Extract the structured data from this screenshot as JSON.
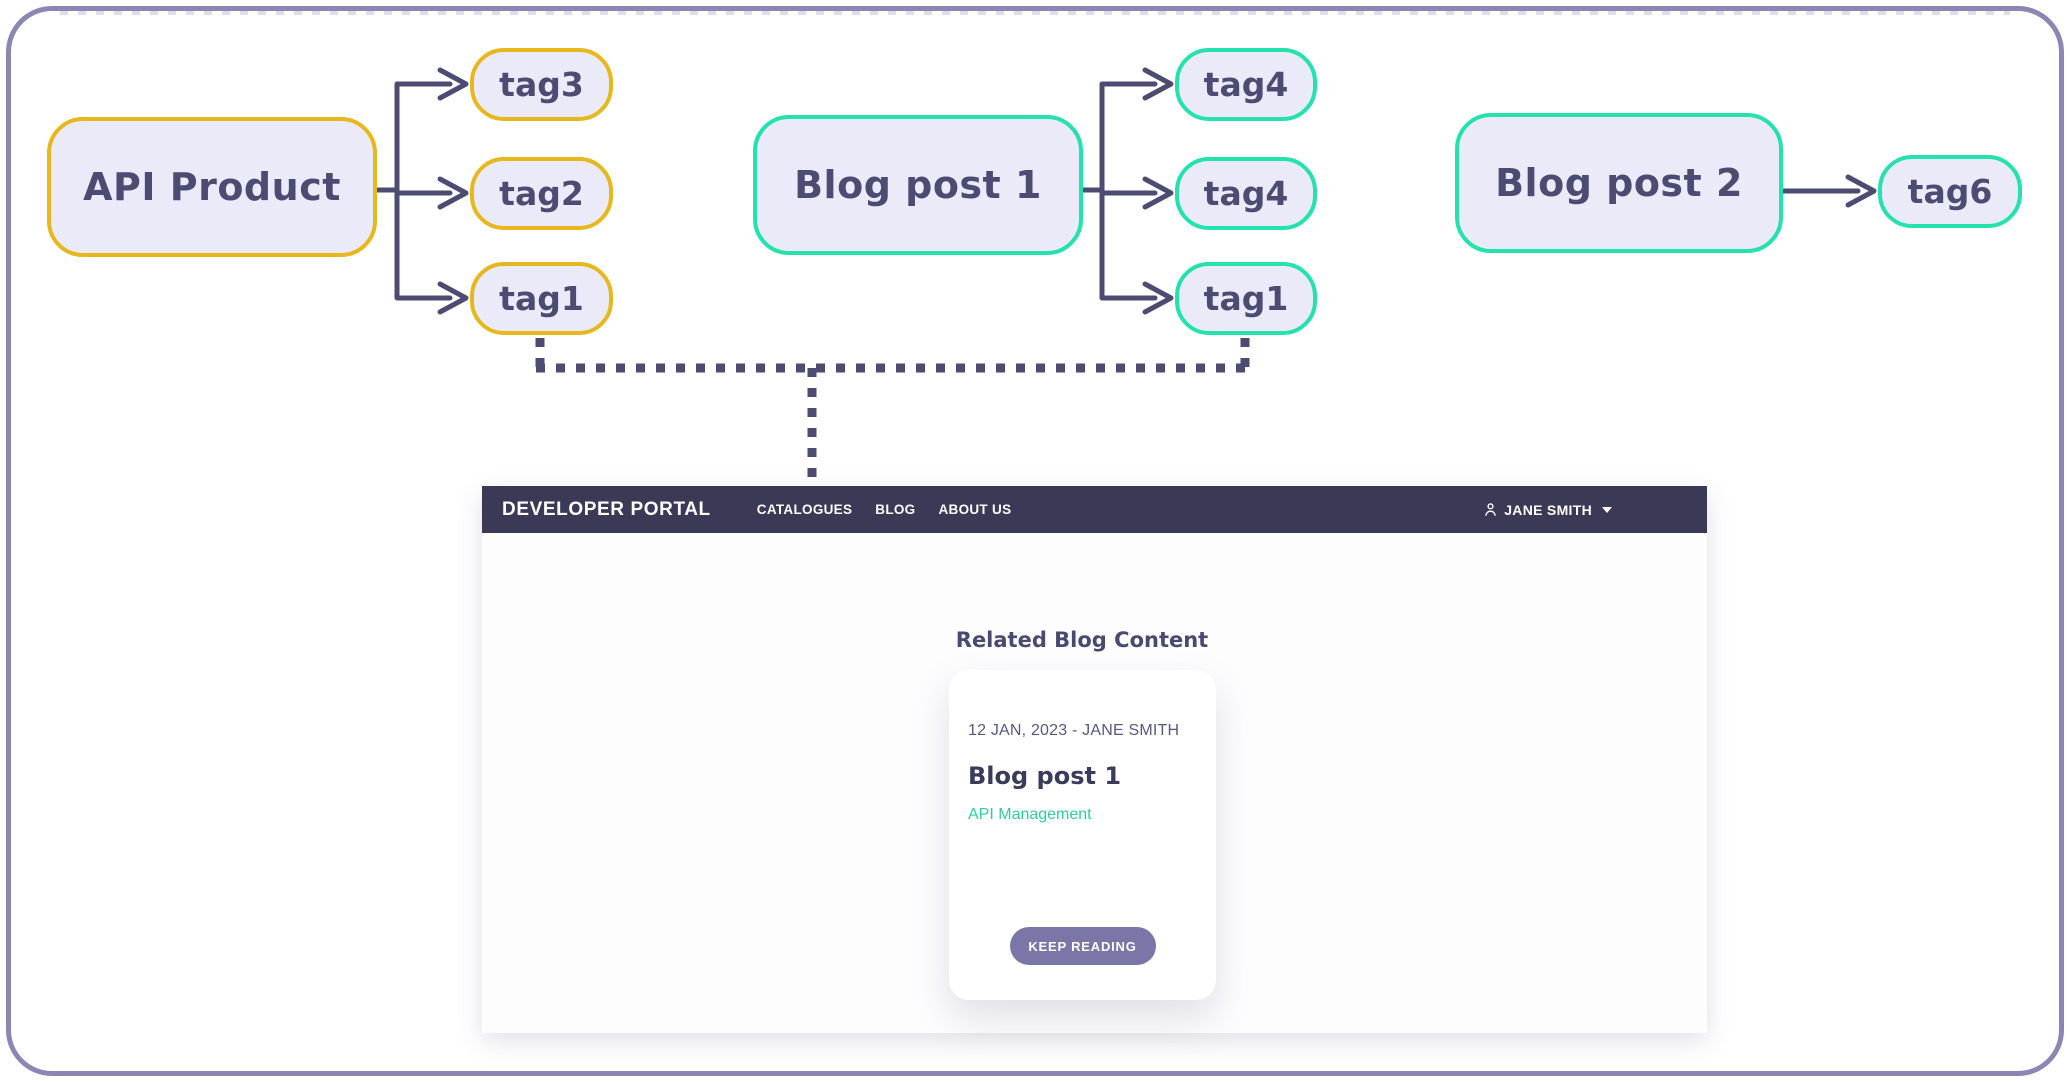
{
  "diagram": {
    "api_product": {
      "label": "API Product",
      "tags": [
        "tag3",
        "tag2",
        "tag1"
      ]
    },
    "blog_post_1": {
      "label": "Blog post 1",
      "tags": [
        "tag4",
        "tag4",
        "tag1"
      ]
    },
    "blog_post_2": {
      "label": "Blog post 2",
      "tags": [
        "tag6"
      ]
    },
    "colors": {
      "accent-yellow": "#E6B81E",
      "accent-teal": "#23E2AC",
      "node-fill": "#EAEAF8",
      "ink": "#4C4C72",
      "navbar-bg": "#3A3A56",
      "button-bg": "#7A77A8",
      "tag-link": "#2FCBA2",
      "frame-border": "#8B86B4"
    }
  },
  "portal": {
    "navbar": {
      "brand": "DEVELOPER PORTAL",
      "links": [
        "CATALOGUES",
        "BLOG",
        "ABOUT US"
      ],
      "user": {
        "name": "JANE SMITH"
      }
    },
    "section_title": "Related Blog Content",
    "card": {
      "meta": "12 JAN, 2023 - JANE SMITH",
      "title": "Blog post 1",
      "tag": "API Management",
      "button_label": "KEEP READING"
    }
  }
}
